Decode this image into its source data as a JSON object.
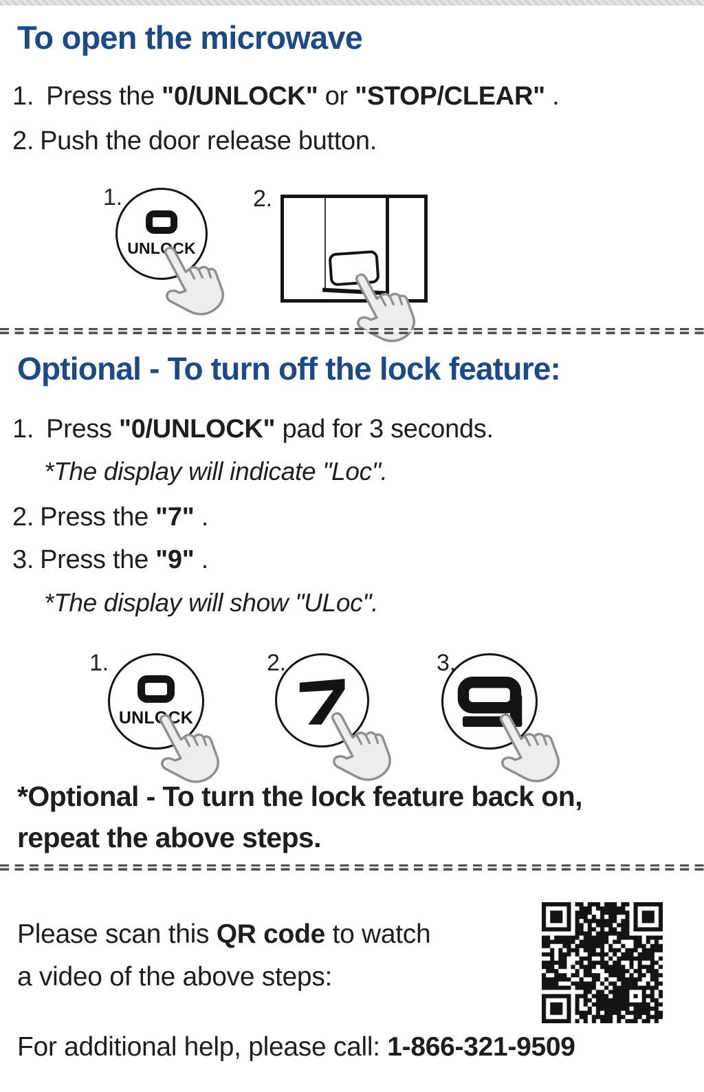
{
  "page": {
    "background": "#ffffff",
    "accent_blue": "#1b4a8b",
    "text_color": "#1e1e1e",
    "top_bar_color": "#dadada"
  },
  "open_section": {
    "title": "To open the microwave",
    "steps": [
      {
        "num": "1.",
        "parts": [
          {
            "t": "Press the "
          },
          {
            "t": "\"0/UNLOCK\"",
            "b": true
          },
          {
            "t": " or "
          },
          {
            "t": "\"STOP/CLEAR\"",
            "b": true
          },
          {
            "t": " ."
          }
        ]
      },
      {
        "num": "2.",
        "parts": [
          {
            "t": "Push the door release button."
          }
        ]
      }
    ],
    "figures": {
      "unlock": {
        "label": "1.",
        "digit": "0",
        "button_text": "UNLOCK"
      },
      "door": {
        "label": "2."
      }
    }
  },
  "lock_section": {
    "title": "Optional - To turn off the lock feature:",
    "steps": [
      {
        "num": "1.",
        "parts": [
          {
            "t": "Press "
          },
          {
            "t": "\"0/UNLOCK\"",
            "b": true
          },
          {
            "t": " pad for 3 seconds."
          }
        ],
        "note": "*The display will indicate \"Loc\"."
      },
      {
        "num": "2.",
        "parts": [
          {
            "t": "Press the "
          },
          {
            "t": "\"7\"",
            "b": true
          },
          {
            "t": " ."
          }
        ]
      },
      {
        "num": "3.",
        "parts": [
          {
            "t": "Press the "
          },
          {
            "t": "\"9\"",
            "b": true
          },
          {
            "t": " ."
          }
        ],
        "note": "*The display will show \"ULoc\"."
      }
    ],
    "figures": {
      "unlock": {
        "label": "1.",
        "digit": "0",
        "button_text": "UNLOCK"
      },
      "seven": {
        "label": "2.",
        "digit": "7"
      },
      "nine": {
        "label": "3.",
        "digit": "9"
      }
    },
    "footnote_lines": [
      "*Optional - To turn the lock feature back on,",
      "repeat the above steps."
    ]
  },
  "footer_section": {
    "scan_parts": [
      {
        "t": "Please scan this "
      },
      {
        "t": "QR code",
        "b": true
      },
      {
        "t": " to watch"
      }
    ],
    "scan_line2": "a video of the above steps:",
    "help_parts": [
      {
        "t": "For additional help, please call: "
      },
      {
        "t": "1-866-321-9509",
        "b": true
      }
    ]
  }
}
